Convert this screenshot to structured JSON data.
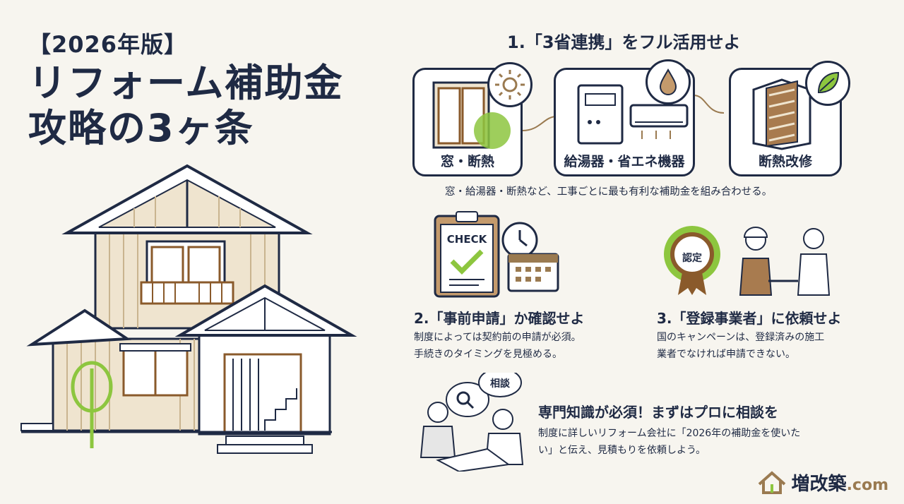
{
  "title": {
    "tag": "【2026年版】",
    "line1": "リフォーム補助金",
    "line2": "攻略の3ヶ条"
  },
  "section1": {
    "heading": "1.「3省連携」をフル活用せよ",
    "cards": [
      {
        "label": "窓・断熱",
        "icon": "sun-icon"
      },
      {
        "label": "給湯器・省エネ機器",
        "icon": "water-drop-icon"
      },
      {
        "label": "断熱改修",
        "icon": "leaf-icon"
      }
    ],
    "caption": "窓・給湯器・断熱など、工事ごとに最も有利な補助金を組み合わせる。"
  },
  "section2": {
    "clipboard_text": "CHECK",
    "heading": "2.「事前申請」か確認せよ",
    "body": [
      "制度によっては契約前の申請が必須。",
      "手続きのタイミングを見極める。"
    ]
  },
  "section3": {
    "badge_text": "認定",
    "heading": "3.「登録事業者」に依頼せよ",
    "body": [
      "国のキャンペーンは、登録済みの施工",
      "業者でなければ申請できない。"
    ]
  },
  "section4": {
    "bubble_text": "相談",
    "heading": "専門知識が必須！まずはプロに相談を",
    "body": [
      "制度に詳しいリフォーム会社に「2026年の補助金を使いた",
      "い」と伝え、見積もりを依頼しよう。"
    ]
  },
  "logo": {
    "name": "増改築",
    "domain": ".com"
  },
  "colors": {
    "navy": "#1f2a44",
    "wood": "#9a7a50",
    "accent_green": "#8dc63f",
    "background": "#f7f5ef"
  }
}
